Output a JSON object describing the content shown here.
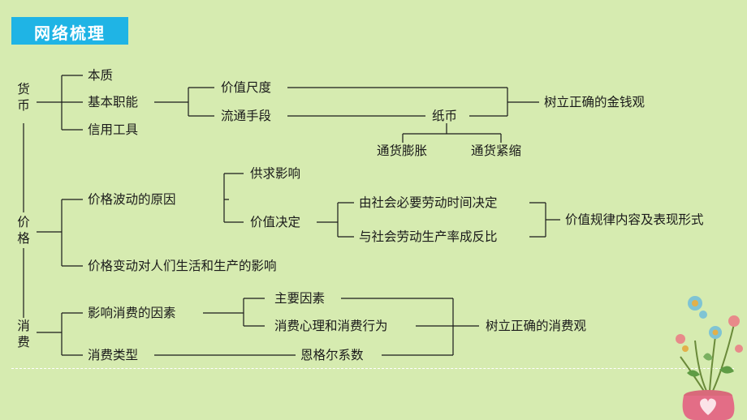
{
  "title": "网络梳理",
  "colors": {
    "title_bg": "#1fb4e5",
    "background": "#d6ebb0",
    "line": "#1a1a1a"
  },
  "money": {
    "label": "货币",
    "branches": [
      "本质",
      "基本职能",
      "信用工具"
    ],
    "functions": [
      "价值尺度",
      "流通手段"
    ],
    "paper_money": "纸币",
    "inflation": "通货膨胀",
    "deflation": "通货紧缩",
    "conclusion": "树立正确的金钱观"
  },
  "price": {
    "label": "价格",
    "cause": "价格波动的原因",
    "cause_items": [
      "供求影响",
      "价值决定"
    ],
    "value_items": [
      "由社会必要劳动时间决定",
      "与社会劳动生产率成反比"
    ],
    "law": "价值规律内容及表现形式",
    "impact": "价格变动对人们生活和生产的影响"
  },
  "consumption": {
    "label": "消费",
    "factors": "影响消费的因素",
    "factor_items": [
      "主要因素",
      "消费心理和消费行为"
    ],
    "types": "消费类型",
    "engel": "恩格尔系数",
    "conclusion": "树立正确的消费观"
  },
  "decoration_icons": [
    "flower-pot-icon",
    "heart-icon"
  ]
}
